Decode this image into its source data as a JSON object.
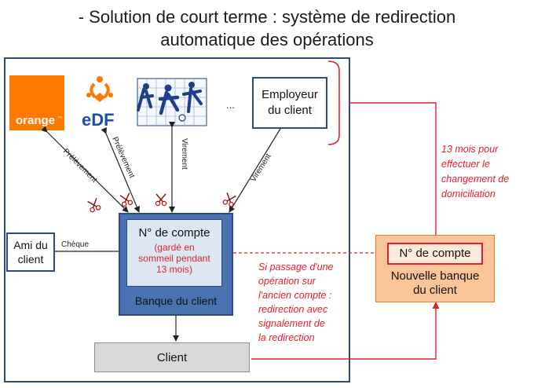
{
  "title": {
    "line1": "- Solution de court terme : système de redirection",
    "line2": "automatique des opérations"
  },
  "logos": {
    "orange": "orange",
    "edf": "EDF"
  },
  "ellipsis": "...",
  "employer_box": {
    "line1": "Employeur",
    "line2": "du client"
  },
  "friend_box": {
    "line1": "Ami du",
    "line2": "client"
  },
  "bank_account_box": {
    "title": "N° de compte",
    "note_line1": "(gardé en",
    "note_line2": "sommeil pendant",
    "note_line3": "13 mois)"
  },
  "bank_label": "Banque du client",
  "client_box": "Client",
  "new_bank": {
    "account": "N° de compte",
    "line1": "Nouvelle banque",
    "line2": "du client"
  },
  "edge_labels": {
    "orange": "Prélèvement",
    "edf": "Prélèvement",
    "sport": "Virement",
    "employer": "Virement",
    "friend": "Chèque"
  },
  "note_13_mois": [
    "13 mois pour",
    "effectuer le",
    "changement de",
    "domiciliation"
  ],
  "note_redirection": [
    "Si passage d'une",
    "opération sur",
    "l'ancien compte :",
    "redirection avec",
    "signalement de",
    "la redirection"
  ],
  "icons": [
    "scissors-icon",
    "orange-logo",
    "edf-logo",
    "sport-club-logo"
  ],
  "colors": {
    "bank_blue": "#4a73b0",
    "dark_blue": "#2c4a7c",
    "red": "#e0202a",
    "orange_logo": "#ff7900",
    "edf_blue": "#1d4fa0",
    "new_bank_fill": "#fbc59a"
  }
}
